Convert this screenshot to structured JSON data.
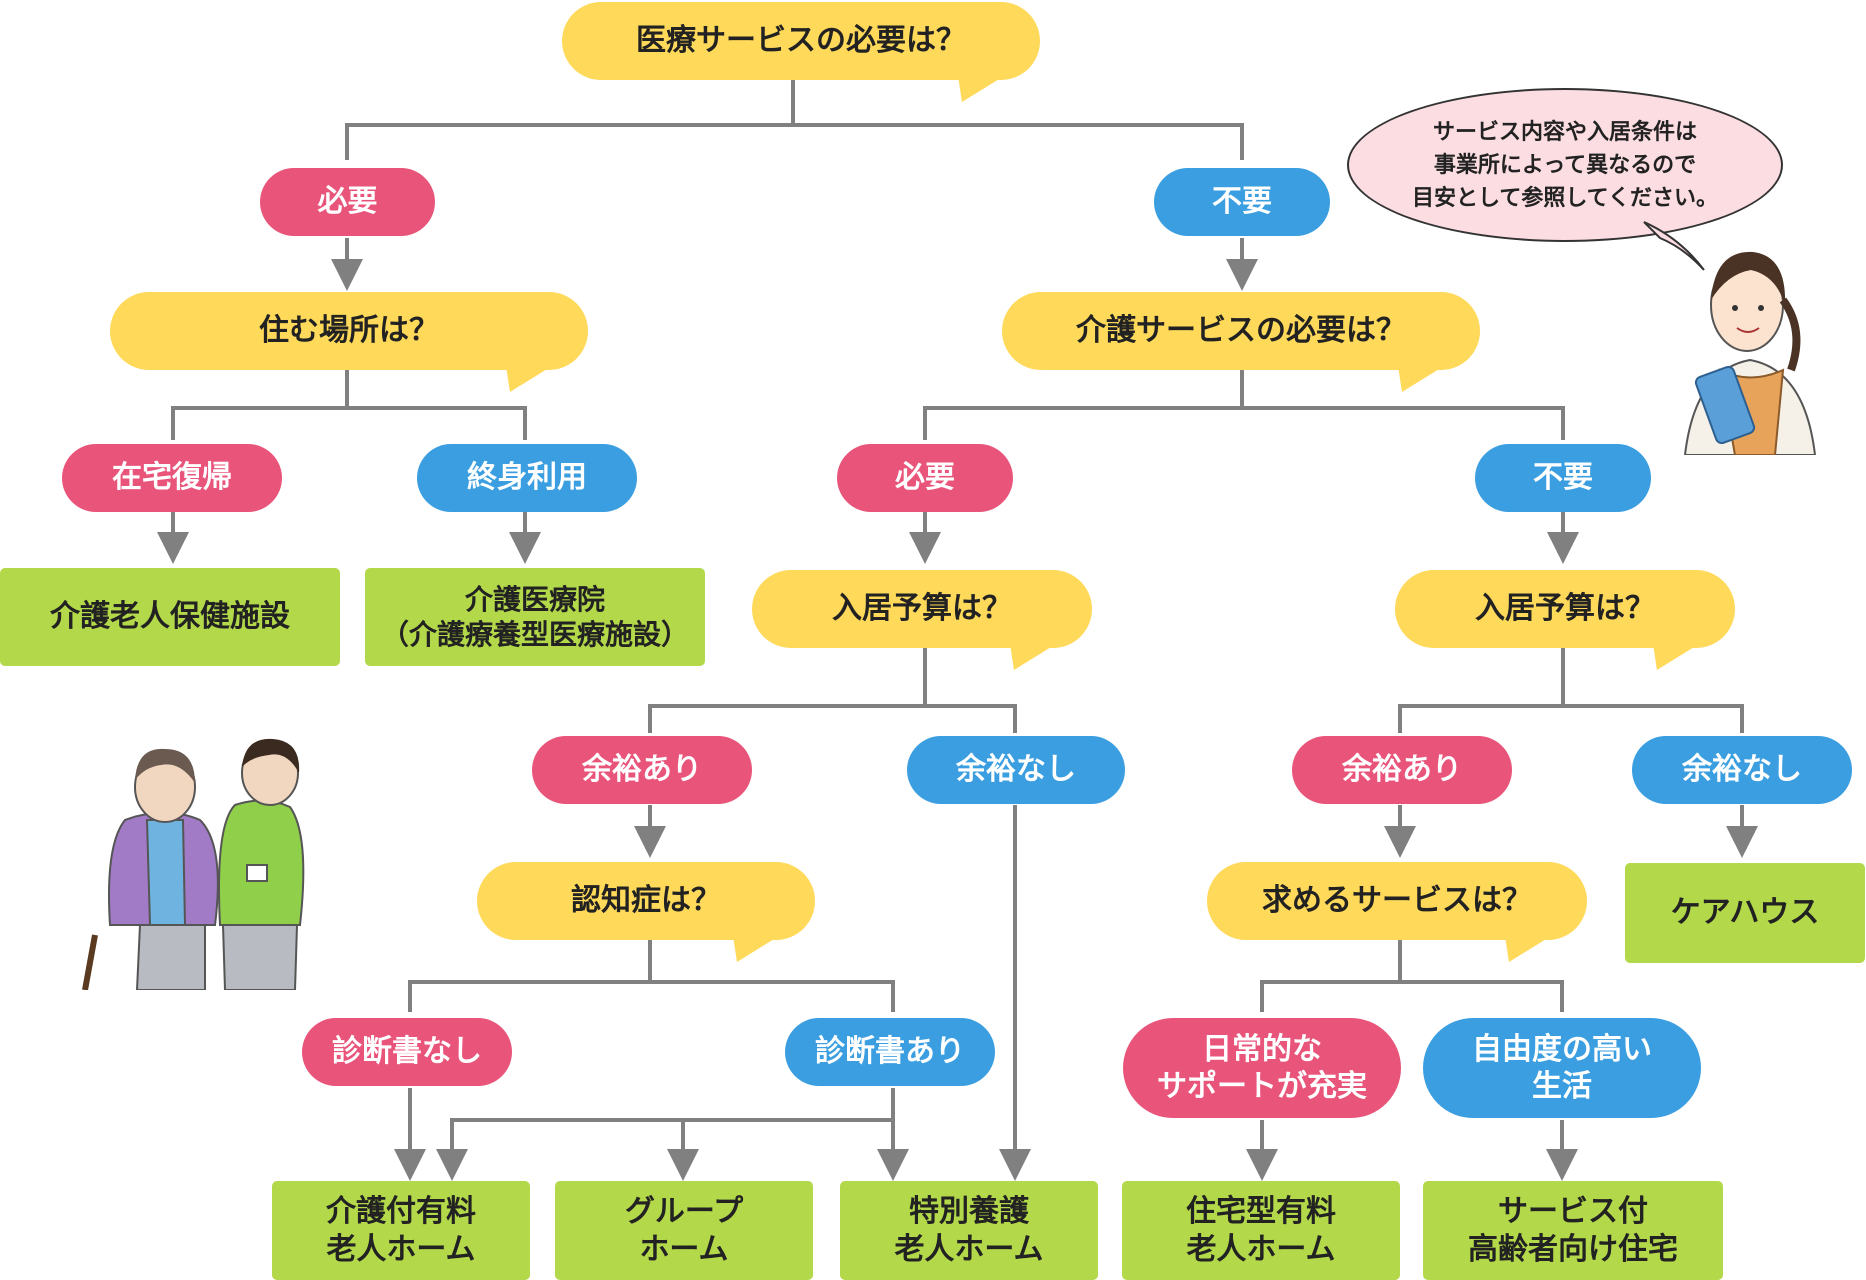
{
  "nodes": {
    "q_medical": "医療サービスの必要は？",
    "need_1": "必要",
    "unneeded_1": "不要",
    "q_residence": "住む場所は？",
    "home_return": "在宅復帰",
    "lifetime_use": "終身利用",
    "res_rouken": "介護老人保健施設",
    "res_kaigoiryoin": "介護医療院\n（介護療養型医療施設）",
    "q_care": "介護サービスの必要は？",
    "need_2": "必要",
    "unneeded_2": "不要",
    "q_budget_left": "入居予算は？",
    "q_budget_right": "入居予算は？",
    "margin_yes_left": "余裕あり",
    "margin_no_left": "余裕なし",
    "margin_yes_right": "余裕あり",
    "margin_no_right": "余裕なし",
    "q_dementia": "認知症は？",
    "no_diagnosis": "診断書なし",
    "has_diagnosis": "診断書あり",
    "q_service": "求めるサービスは？",
    "full_support": "日常的な\nサポートが充実",
    "high_freedom": "自由度の高い\n生活",
    "res_kaigotsuki": "介護付有料\n老人ホーム",
    "res_group": "グループ\nホーム",
    "res_tokuyo": "特別養護\n老人ホーム",
    "res_jutakugata": "住宅型有料\n老人ホーム",
    "res_saservice": "サービス付\n高齢者向け住宅",
    "res_carehouse": "ケアハウス"
  },
  "speech_bubble": "サービス内容や入居条件は\n事業所によって異なるので\n目安として参照してください。",
  "colors": {
    "question": "#ffd95a",
    "need": "#e9547a",
    "unneeded": "#3a9ee0",
    "result": "#b3d94a",
    "connector": "#808080",
    "bubble": "#fbdde2"
  }
}
